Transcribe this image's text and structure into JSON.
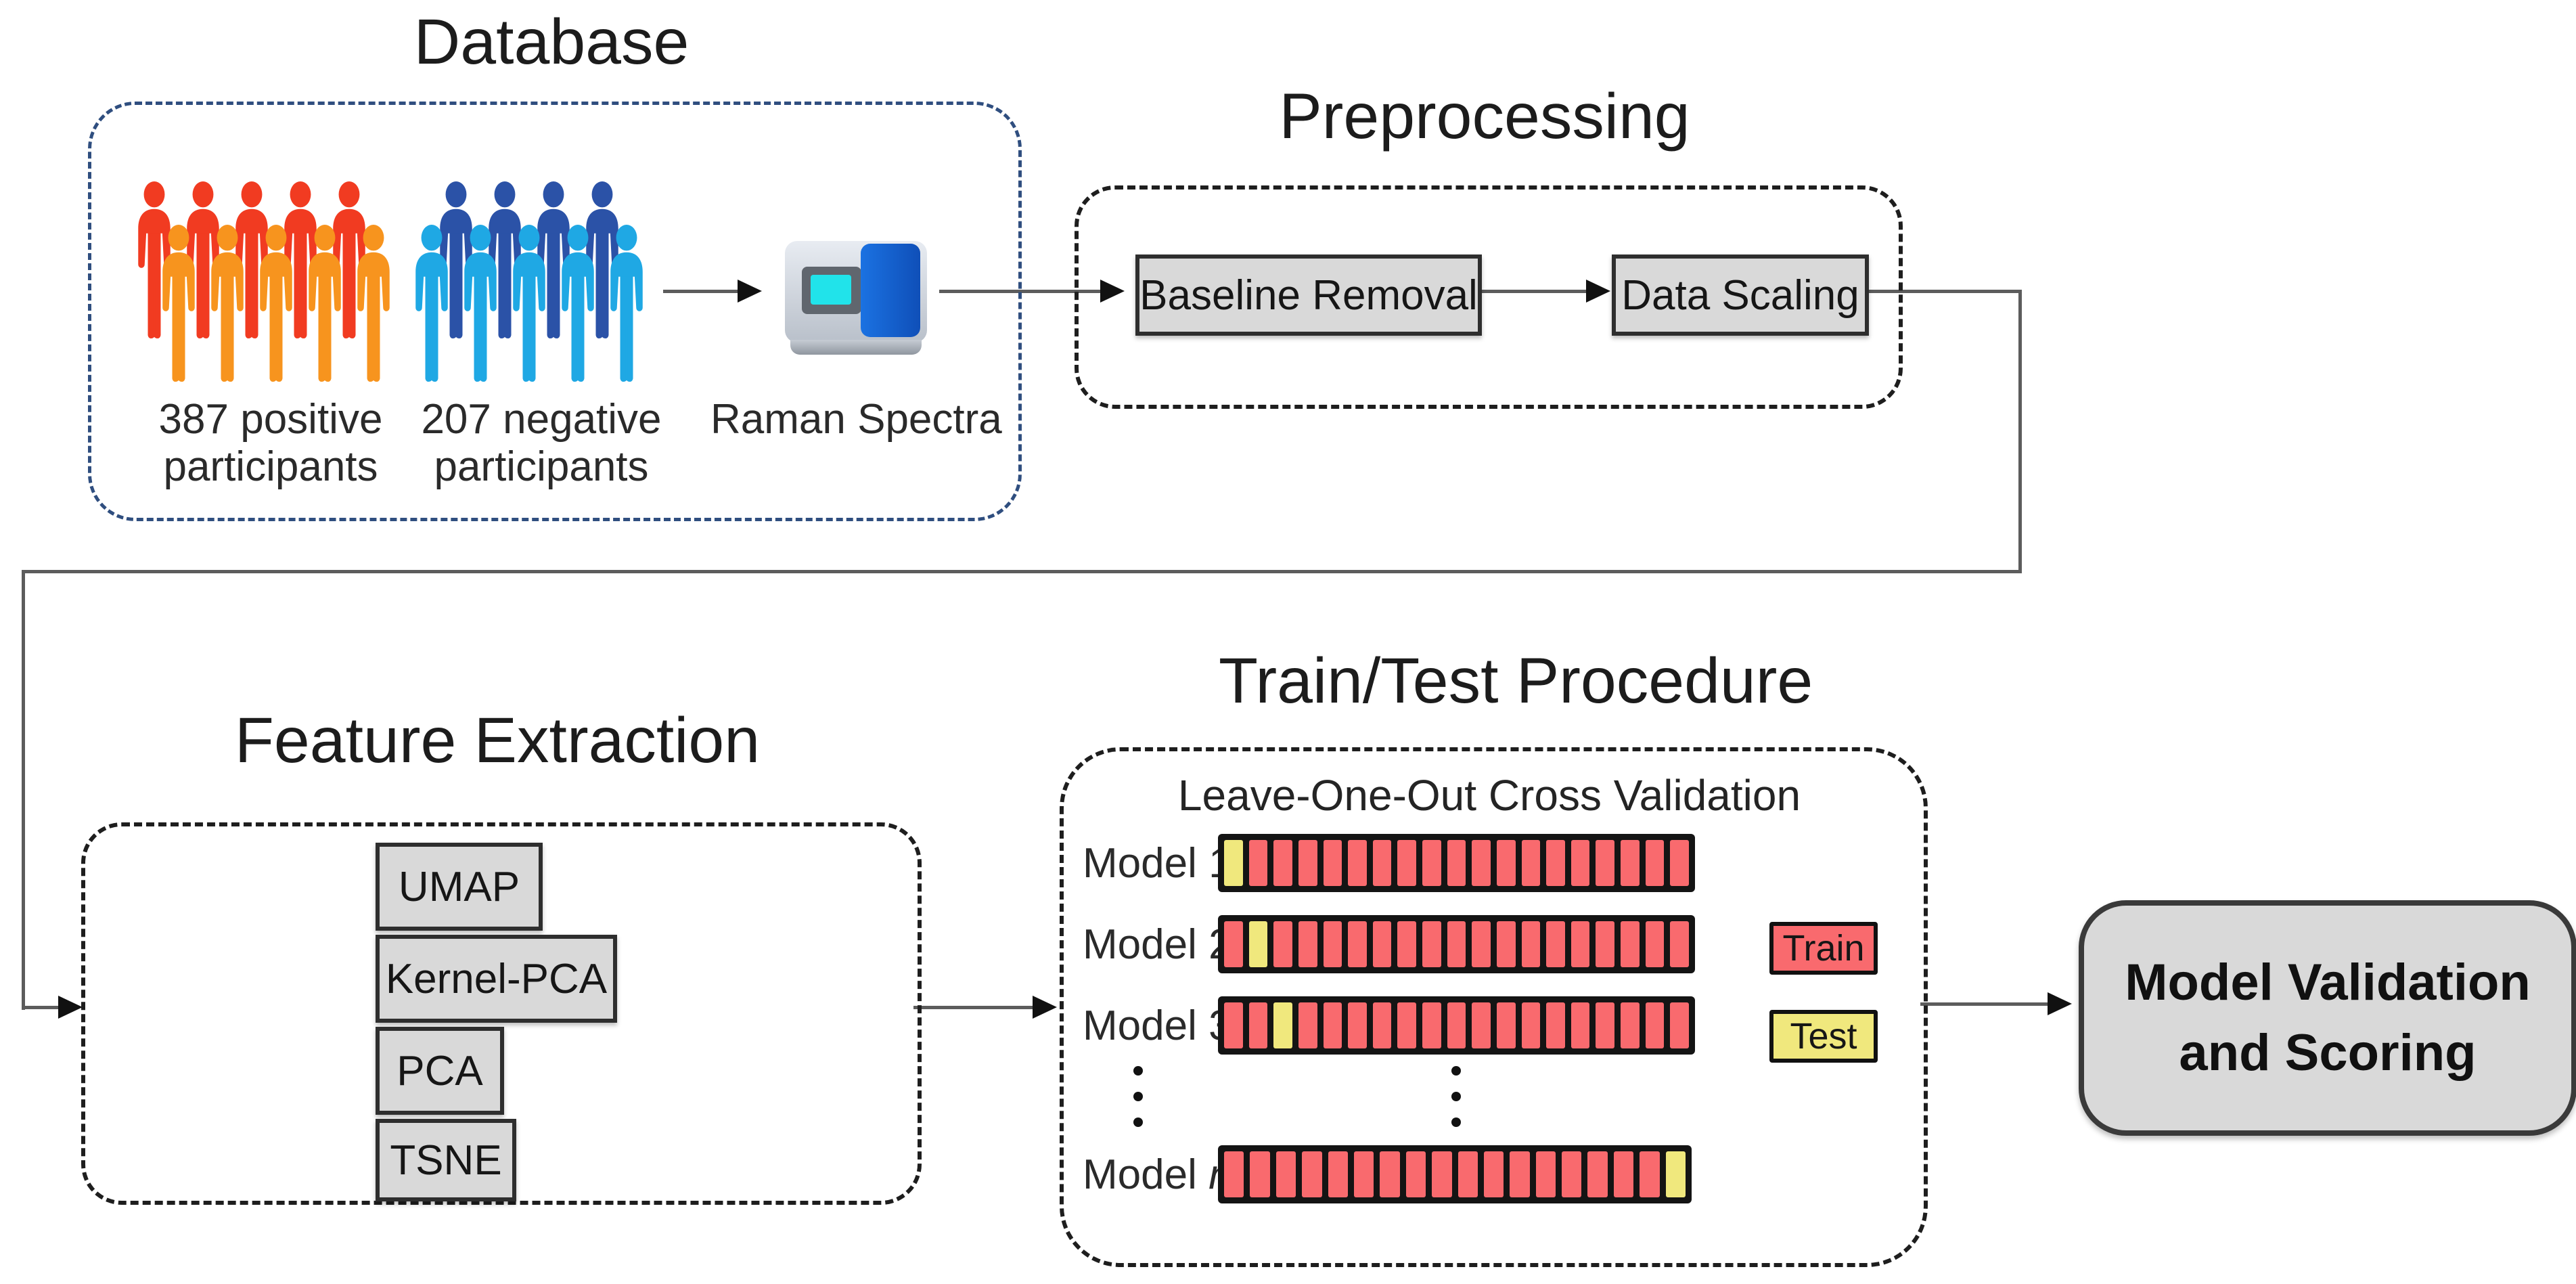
{
  "sections": {
    "database": {
      "title": "Database",
      "positive_caption_line1": "387 positive",
      "positive_caption_line2": "participants",
      "negative_caption_line1": "207 negative",
      "negative_caption_line2": "participants",
      "instrument_label": "Raman Spectra",
      "positive_icons": {
        "back_count": 5,
        "front_count": 5,
        "back_color": "#f13b21",
        "front_color": "#f7941e"
      },
      "negative_icons": {
        "back_count": 4,
        "front_count": 5,
        "back_color": "#2b52a7",
        "front_color": "#1fa8e4"
      }
    },
    "preprocessing": {
      "title": "Preprocessing",
      "steps": [
        "Baseline Removal",
        "Data Scaling"
      ]
    },
    "feature_extraction": {
      "title": "Feature Extraction",
      "methods": [
        "UMAP",
        "Kernel-PCA",
        "PCA",
        "TSNE"
      ]
    },
    "train_test": {
      "title": "Train/Test Procedure",
      "subtitle": "Leave-One-Out Cross Validation",
      "models": [
        {
          "label_prefix": "Model",
          "index": "1",
          "index_italic": false,
          "cells": 19,
          "test_index": 0
        },
        {
          "label_prefix": "Model",
          "index": "2",
          "index_italic": false,
          "cells": 19,
          "test_index": 1
        },
        {
          "label_prefix": "Model",
          "index": "3",
          "index_italic": false,
          "cells": 19,
          "test_index": 2
        },
        {
          "label_prefix": "Model",
          "index": "n",
          "index_italic": true,
          "cells": 18,
          "test_index": 17
        }
      ],
      "legend": {
        "train": "Train",
        "test": "Test"
      }
    },
    "validation": {
      "line1": "Model Validation",
      "line2": "and Scoring"
    }
  },
  "colors": {
    "train_cell": "#f96a6e",
    "test_cell": "#f0e87d",
    "process_box_fill": "#d9d9d9",
    "database_dash": "#2f4e7f",
    "dash_black": "#1e1e1e",
    "connector": "#5c5c5c",
    "spectrometer_panel_blue": "#1668dd",
    "spectrometer_screen_cyan": "#21e3ea"
  }
}
